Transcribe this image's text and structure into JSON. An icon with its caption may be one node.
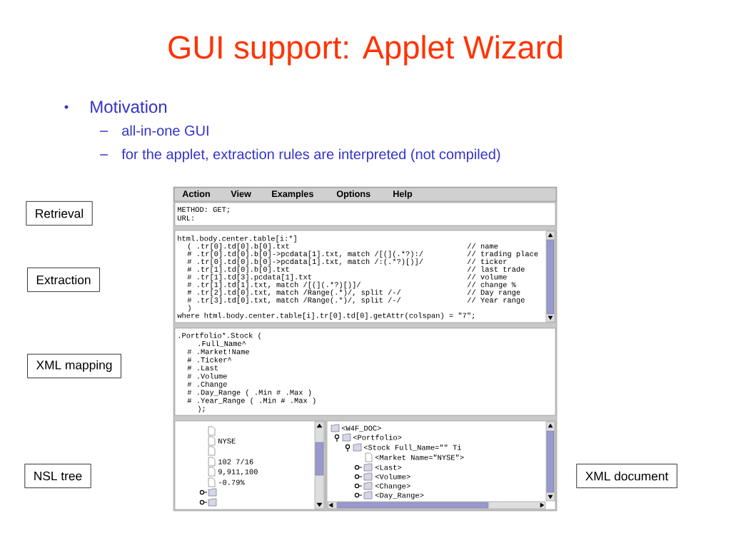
{
  "diagram": {
    "title": "GUI support: Applet Wizard",
    "nodes": [
      {
        "text": [
          "Retrieval"
        ]
      },
      {
        "text": [
          "Extraction"
        ]
      },
      {
        "text": [
          "XML mapping"
        ]
      },
      {
        "text": [
          "NSL tree"
        ]
      },
      {
        "text": [
          "XML document"
        ]
      }
    ],
    "labels": [
      "Motivation",
      "all-in-one GUI",
      "for the applet, extraction rules are interpreted (not compiled)",
      "Action",
      "View",
      "Examples",
      "Options",
      "Help",
      "METHOD: GET;",
      "URL:",
      "html.body.center.table[i:*]",
      "( .tr[0].td[0].b[0].txt",
      "// name",
      "# .tr[0].td[0].b[0]->pcdata[1].txt, match /[(](.*?):/",
      "// trading place",
      "# .tr[0].td[0].b[0]->pcdata[1].txt, match /:(.*?)[)]/",
      "// ticker",
      "# .tr[1].td[0].b[0].txt",
      "// last trade",
      "# .tr[1].td[3].pcdata[1].txt",
      "// volume",
      "# .tr[1].td[1].txt, match /[(](.*?)[)]/",
      "// change %",
      "# .tr[2].td[0].txt, match /Range(.*)/, split /-/",
      "// Day range",
      "# .tr[3].td[0].txt, match /Range(.*)/, split /-/",
      "// Year range",
      ")",
      "where html.body.center.table[i].tr[0].td[0].getAttr(colspan) = \"7\";",
      ".Portfolio*.Stock (",
      ".Full_Name^",
      "# .Market!Name",
      "# .Ticker^",
      "# .Last",
      "# .Volume",
      "# .Change",
      "# .Day_Range ( .Min # .Max )",
      "# .Year_Range ( .Min # .Max )",
      ");",
      "NYSE",
      "102 7/16",
      "9,911,100",
      "-0.79%",
      "<W4F_DOC>",
      "<Portfolio>",
      "<Stock Full_Name=\"\" Ti",
      "<Market Name=\"NYSE\">",
      "<Last>",
      "<Volume>",
      "<Change>",
      "<Day_Range>"
    ]
  }
}
